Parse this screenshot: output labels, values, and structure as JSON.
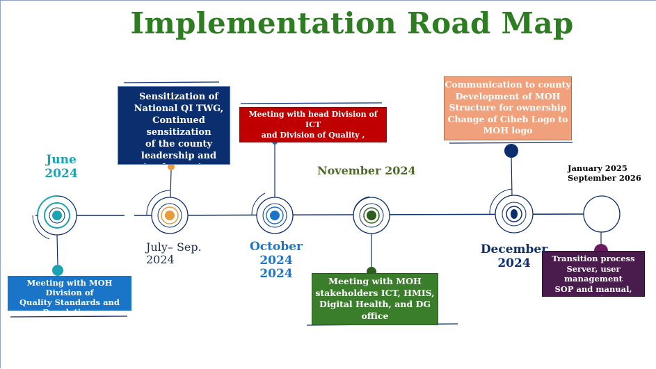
{
  "title": "Implementation Road Map",
  "milestones": [
    {
      "date": "June\n2024",
      "text": "Meeting with MOH Division of\nQuality Standards and\nRegulations",
      "color": "#1a75c9",
      "date_color": "#1aa3b2"
    },
    {
      "date": "July– Sep.\n2024",
      "text": "Sensitization of\nNational QI TWG,\nContinued sensitization\nof the county\nleadership and\nimplementing partners",
      "color": "#0b2e6e",
      "date_color": "#1f2d4d"
    },
    {
      "date": "October\n2024 2024",
      "text": "Meeting with head Division of ICT\nand Division of Quality , standards &\nregulations with Ciheb technical team",
      "color": "#c00000",
      "date_color": "#1a75c9"
    },
    {
      "date": "November 2024",
      "text": "Meeting with MOH\nstakeholders ICT, HMIS,\nDigital Health, and DG\noffice",
      "color": "#3a7d2a",
      "date_color": "#4f6b2a"
    },
    {
      "date": "December\n2024",
      "text": "Communication to county\nDevelopment of MOH\nStructure for ownership\nChange of Ciheb Logo to\nMOH logo",
      "color": "#f0a07a",
      "date_color": "#0b2e6e"
    },
    {
      "date": "January 2025\nSeptember 2026",
      "text": "Transition process\nServer, user management\nSOP and manual, capacity\nbuilding",
      "color": "#4a1c4d",
      "date_color": "#000000"
    }
  ],
  "colors": {
    "line": "#0b2e6e",
    "teal": "#1aa3b2",
    "orange": "#e89a3c",
    "blue": "#1a75c9",
    "green": "#2e5e1e",
    "navy": "#0b2e6e",
    "purple": "#6a1b60"
  }
}
